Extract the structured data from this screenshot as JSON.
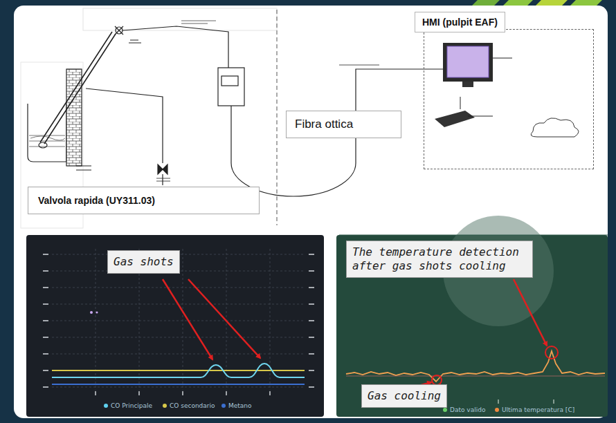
{
  "diagram": {
    "nodes": [
      {
        "text": [
          "HMI (pulpit EAF)"
        ]
      },
      {
        "text": [
          "Fibra ottica"
        ]
      },
      {
        "text": [
          "Valvola rapida (UY311.03)"
        ]
      },
      {
        "text": [
          "Gas shots"
        ]
      },
      {
        "text": [
          "The temperature detection after gas shots cooling"
        ]
      },
      {
        "text": [
          "Gas cooling"
        ]
      }
    ],
    "legend": [
      {
        "text": "CO Principale",
        "color": "#5fd0ee"
      },
      {
        "text": "CO secondario",
        "color": "#d8c84a"
      },
      {
        "text": "Metano",
        "color": "#3b6fd0"
      },
      {
        "text": "Dato valido",
        "color": "#6ad06a"
      },
      {
        "text": "Ultima temperatura [C]",
        "color": "#f08a40"
      }
    ]
  }
}
